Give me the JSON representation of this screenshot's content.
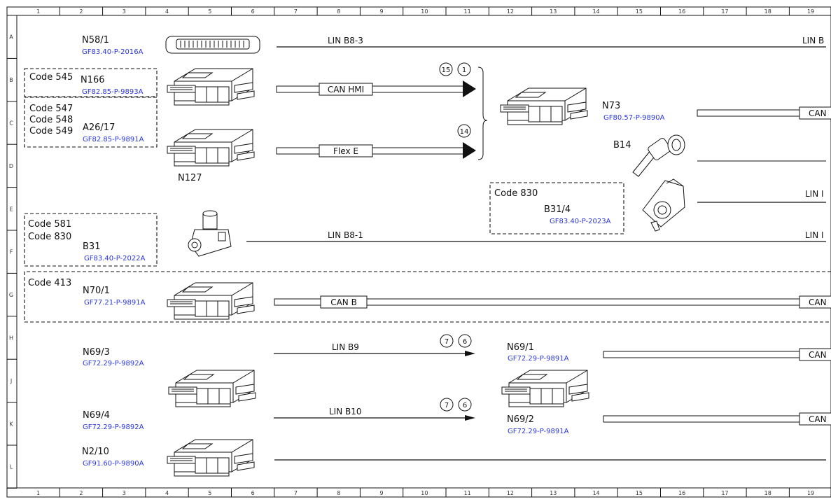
{
  "grid": {
    "columns": [
      "1",
      "2",
      "3",
      "4",
      "5",
      "6",
      "7",
      "8",
      "9",
      "10",
      "11",
      "12",
      "13",
      "14",
      "15",
      "16",
      "17",
      "18",
      "19"
    ],
    "rows": [
      "A",
      "B",
      "C",
      "D",
      "E",
      "F",
      "G",
      "H",
      "J",
      "K",
      "L"
    ]
  },
  "components": {
    "n58_1": {
      "name": "N58/1",
      "ref": "GF83.40-P-2016A"
    },
    "n166": {
      "name": "N166",
      "ref": "GF82.85-P-9893A"
    },
    "a26_17": {
      "name": "A26/17",
      "ref": "GF82.85-P-9891A"
    },
    "n127": {
      "name": "N127"
    },
    "b31": {
      "name": "B31",
      "ref": "GF83.40-P-2022A"
    },
    "n70_1": {
      "name": "N70/1",
      "ref": "GF77.21-P-9891A"
    },
    "n69_3": {
      "name": "N69/3",
      "ref": "GF72.29-P-9892A"
    },
    "n69_4": {
      "name": "N69/4",
      "ref": "GF72.29-P-9892A"
    },
    "n2_10": {
      "name": "N2/10",
      "ref": "GF91.60-P-9890A"
    },
    "n73": {
      "name": "N73",
      "ref": "GF80.57-P-9890A"
    },
    "b14": {
      "name": "B14"
    },
    "b31_4": {
      "name": "B31/4",
      "ref": "GF83.40-P-2023A"
    },
    "n69_1": {
      "name": "N69/1",
      "ref": "GF72.29-P-9891A"
    },
    "n69_2": {
      "name": "N69/2",
      "ref": "GF72.29-P-9891A"
    }
  },
  "codes": {
    "c545": "Code 545",
    "c547": "Code 547",
    "c548": "Code 548",
    "c549": "Code 549",
    "c581": "Code 581",
    "c830a": "Code 830",
    "c830b": "Code 830",
    "c413": "Code 413"
  },
  "buses": {
    "lin_b8_3": "LIN B8-3",
    "lin_b8_3_right": "LIN B",
    "can_hmi": "CAN HMI",
    "flex_e": "Flex E",
    "lin_b8_1": "LIN B8-1",
    "lin_b8_1_right": "LIN I",
    "lin_e_right": "LIN I",
    "can_b": "CAN B",
    "lin_b9": "LIN B9",
    "lin_b10": "LIN B10",
    "can_r1": "CAN",
    "can_r2": "CAN",
    "can_r3": "CAN",
    "can_r4": "CAN"
  },
  "markers": {
    "m15": "15",
    "m1": "1",
    "m14": "14",
    "m7a": "7",
    "m6a": "6",
    "m7b": "7",
    "m6b": "6"
  }
}
